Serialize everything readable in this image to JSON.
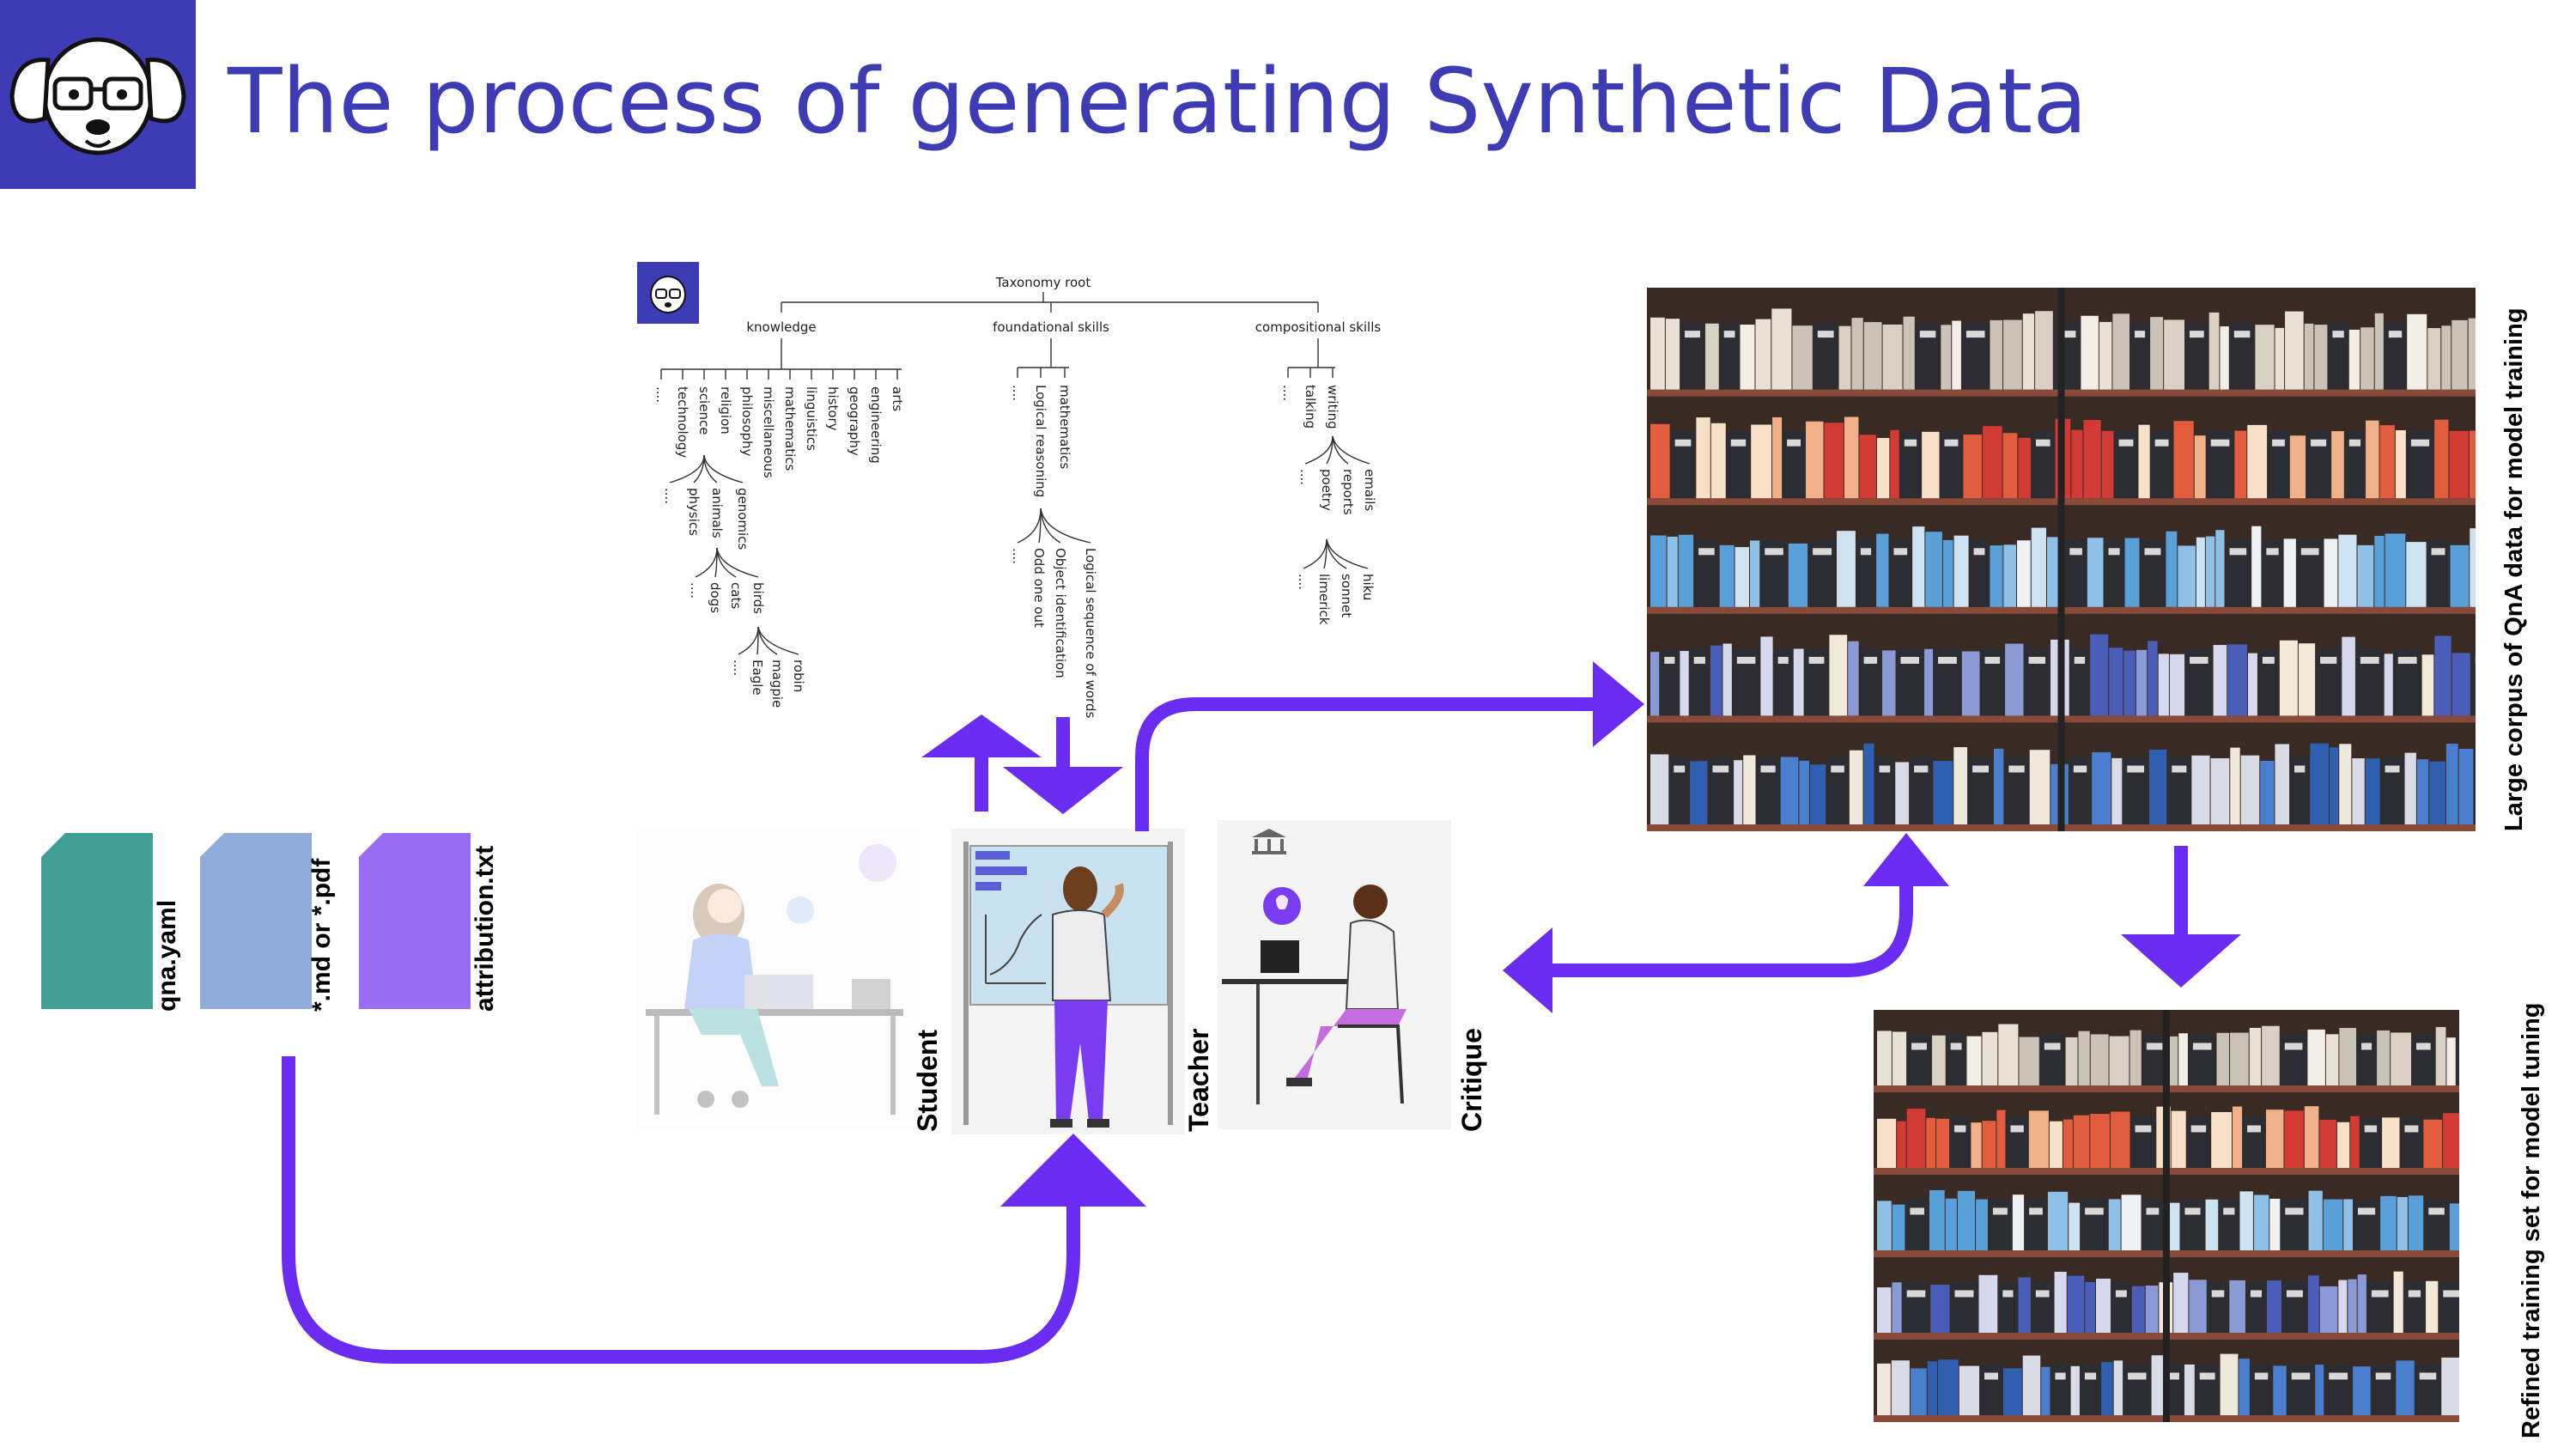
{
  "slide": {
    "title": "The process of generating Synthetic Data",
    "accent": "#3d3cb5",
    "arrow_color": "#6b2cf2"
  },
  "files": [
    {
      "label": "qna.yaml",
      "color": "#3f9e96"
    },
    {
      "label": "*.md or *.pdf",
      "color": "#90acd8"
    },
    {
      "label": "attribution.txt",
      "color": "#9a6cf4"
    }
  ],
  "roles": [
    {
      "label": "Student"
    },
    {
      "label": "Teacher"
    },
    {
      "label": "Critique"
    }
  ],
  "outputs": {
    "large_corpus": "Large corpus of QnA data for model training",
    "refined_set": "Refined training set for model tuning"
  },
  "taxonomy": {
    "root": "Taxonomy root",
    "branches": [
      {
        "name": "knowledge",
        "leaves": [
          "....",
          "technology",
          "science",
          "religion",
          "philosophy",
          "miscellaneous",
          "mathematics",
          "linguistics",
          "history",
          "geography",
          "engineering",
          "arts"
        ],
        "sub_science": [
          "....",
          "physics",
          "animals",
          "genomics"
        ],
        "sub_animals": [
          "....",
          "dogs",
          "cats",
          "birds"
        ],
        "sub_birds": [
          "....",
          "Eagle",
          "magpie",
          "robin"
        ]
      },
      {
        "name": "foundational skills",
        "leaves": [
          "....",
          "Logical reasoning",
          "mathematics"
        ],
        "sub_logic": [
          "....",
          "Odd one out",
          "Object identification",
          "Logical sequence of words"
        ]
      },
      {
        "name": "compositional skills",
        "leaves": [
          "....",
          "talking",
          "writing"
        ],
        "sub_writing": [
          "....",
          "poetry",
          "reports",
          "emails"
        ],
        "sub_poetry": [
          "....",
          "limerick",
          "sonnet",
          "hiku"
        ]
      }
    ]
  }
}
